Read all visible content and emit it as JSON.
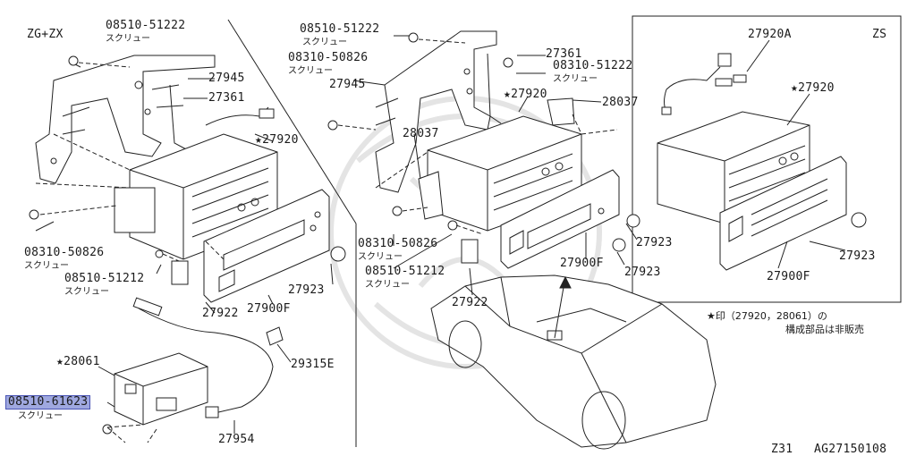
{
  "sections": {
    "zg_zx": "ZG+ZX",
    "zs": "ZS"
  },
  "labels": {
    "l08510_51222_a": "08510-51222",
    "l27945_a": "27945",
    "l27361_a": "27361",
    "l27920_a": "★27920",
    "l08310_50826_a": "08310-50826",
    "l08510_51212_a": "08510-51212",
    "l27923_a": "27923",
    "l27922_a": "27922",
    "l27900f_a": "27900F",
    "l28061": "★28061",
    "l08510_61623": "08510-61623",
    "l29315e": "29315E",
    "l27954": "27954",
    "l08510_51222_b": "08510-51222",
    "l08310_50826_b": "08310-50826",
    "l27945_b": "27945",
    "l28037_a": "28037",
    "l27361_b": "27361",
    "l08310_51222": "08310-51222",
    "l27920_b": "★27920",
    "l28037_b": "28037",
    "l08310_50826_c": "08310-50826",
    "l08510_51212_b": "08510-51212",
    "l27922_b": "27922",
    "l27900f_b": "27900F",
    "l27923_b": "27923",
    "l27923_c": "27923",
    "l27920a": "27920A",
    "l27920_c": "★27920",
    "l27923_d": "27923",
    "l27900f_c": "27900F"
  },
  "screw": "スクリュー",
  "note": {
    "line1": "★印（27920，28061）の",
    "line2": "構成部品は非販売"
  },
  "footer": {
    "model": "Z31",
    "code": "AG27150108"
  },
  "highlight_color": "#9fa8e0"
}
